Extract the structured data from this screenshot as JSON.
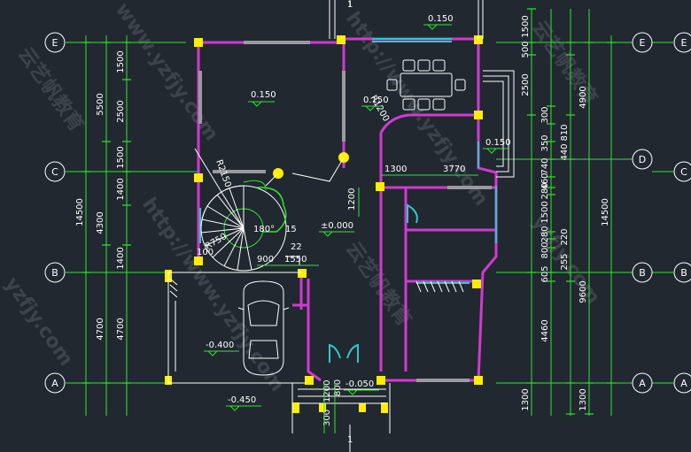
{
  "axes": {
    "left": [
      "E",
      "C",
      "B",
      "A"
    ],
    "right_outer": [
      "E",
      "C",
      "B",
      "A"
    ],
    "right_inner": [
      "E",
      "D",
      "B",
      "A"
    ]
  },
  "dims": {
    "left_outer_total": "14500",
    "left_mid": [
      "5500",
      "4300",
      "4700"
    ],
    "left_inner": [
      "1500",
      "2500",
      "1500",
      "1400",
      "1400",
      "4700"
    ],
    "right_total": "14500",
    "right_a": [
      "1500",
      "500",
      "2500",
      "4900",
      "9600",
      "1300"
    ],
    "right_b": [
      "300",
      "810",
      "350",
      "440",
      "740",
      "460",
      "280",
      "1500",
      "280",
      "220",
      "800",
      "255",
      "605",
      "4460",
      "1300"
    ]
  },
  "levels": {
    "upper_left": "0.150",
    "top_terrace": "0.150",
    "dining": "0.150",
    "right_bay": "0.150",
    "hall": "±0.000",
    "garage": "-0.400",
    "entry": "-0.050",
    "outside": "-0.450"
  },
  "annotations": {
    "r2150": "R2150",
    "r1200": "R1200",
    "r750": "R750",
    "deg180": "180°",
    "n15": "15",
    "n22": "22",
    "n100": "100",
    "n900": "900",
    "n1550": "1550",
    "n1300": "1300",
    "n3770": "3770",
    "n1200": "1200",
    "e300": "300",
    "e1200": "1200",
    "e800": "800",
    "section": "1"
  },
  "watermarks": [
    "云艺帆教育",
    "www.yzfjy.com",
    "http://www.yzfjy.com",
    "云艺帆教育",
    "yzfjy.com"
  ],
  "colors": {
    "background": "#212830",
    "wall": "#d13ad1",
    "grid": "#2fe52f",
    "column": "#ffee00",
    "window": "#2ec9c9",
    "wall_solid": "#9a9aa0",
    "line": "#ffffff"
  }
}
